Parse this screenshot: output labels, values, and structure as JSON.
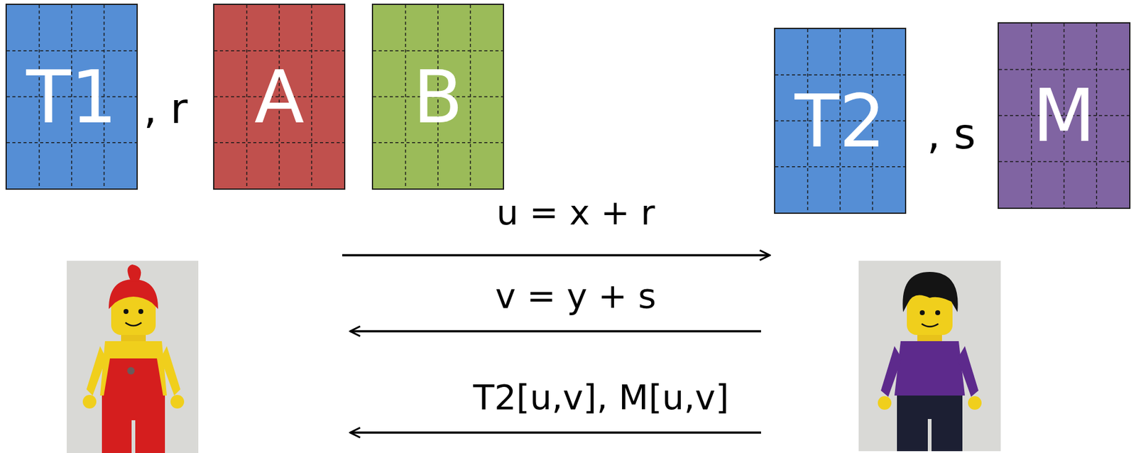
{
  "diagram": {
    "nodes": [
      {
        "text": [
          "T1"
        ]
      },
      {
        "text": [
          "A"
        ]
      },
      {
        "text": [
          "B"
        ]
      },
      {
        "text": [
          "T2"
        ]
      },
      {
        "text": [
          "M"
        ]
      }
    ],
    "labels": [
      ", r",
      ", s",
      "u = x + r",
      "v = y + s",
      "T2[u,v], M[u,v]"
    ]
  }
}
